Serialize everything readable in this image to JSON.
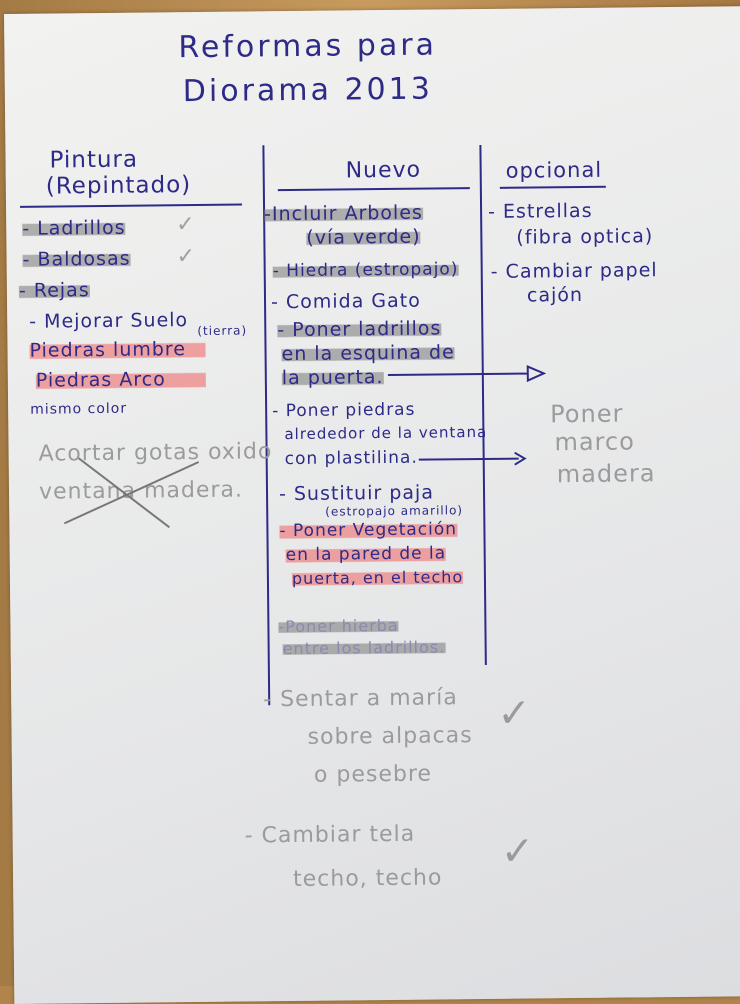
{
  "title": {
    "line1": "Reformas para",
    "line2": "Diorama 2013"
  },
  "columns": {
    "pintura": {
      "header1": "Pintura",
      "header2": "(Repintado)",
      "items": [
        "- Ladrillos",
        "- Baldosas",
        "- Rejas",
        "- Mejorar Suelo",
        "(tierra)",
        "Piedras lumbre",
        "Piedras Arco"
      ],
      "checks": [
        "✓",
        "✓"
      ],
      "note": "mismo color",
      "pencil": [
        "Acortar gotas oxido",
        "ventana madera."
      ]
    },
    "nuevo": {
      "header": "Nuevo",
      "items": [
        "-Incluir Arboles",
        "(vía verde)",
        "- Hiedra (estropajo)",
        "- Comida Gato",
        "- Poner ladrillos",
        "en la esquina de",
        "la puerta.",
        "- Poner piedras",
        "alrededor de la ventana",
        "con plastilina.",
        "- Sustituir paja",
        "(estropajo amarillo)",
        "- Poner Vegetación",
        "en la pared de la",
        "puerta, en el techo",
        "-Poner hierba",
        "entre los ladrillos."
      ]
    },
    "opcional": {
      "header": "opcional",
      "items": [
        "- Estrellas",
        "(fibra optica)",
        "- Cambiar papel",
        "cajón"
      ],
      "pencil": [
        "Poner",
        "marco",
        "madera"
      ]
    }
  },
  "bottom_pencil": [
    "- Sentar a maría",
    "sobre alpacas",
    "o pesebre",
    "- Cambiar tela",
    "techo, techo"
  ],
  "bottom_checks": [
    "✓",
    "✓"
  ]
}
